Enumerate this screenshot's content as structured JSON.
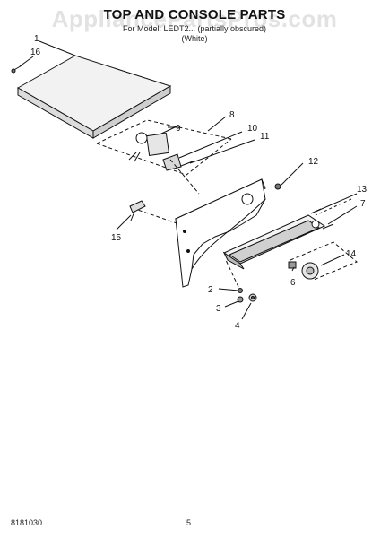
{
  "header": {
    "title": "TOP AND CONSOLE PARTS",
    "model_line": "For Model: LEDT2... (partially obscured)",
    "variant": "(White)",
    "watermark": "AppliancePartsPros.com"
  },
  "footer": {
    "doc_number": "8181030",
    "page_number": "5"
  },
  "callouts": [
    "1",
    "16",
    "8",
    "9",
    "10",
    "11",
    "12",
    "13",
    "7",
    "14",
    "6",
    "15",
    "2",
    "3",
    "4"
  ]
}
